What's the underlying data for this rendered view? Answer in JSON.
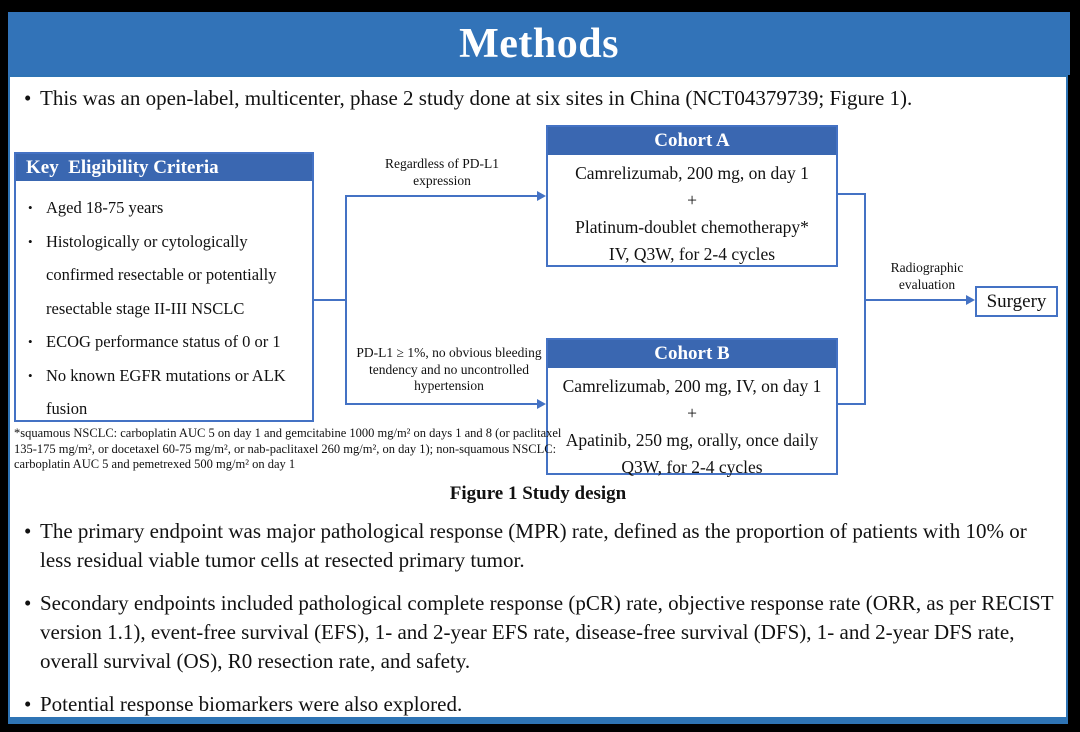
{
  "glyphs": {
    "bullet": "•"
  },
  "colors": {
    "title_bar": "#3273B8",
    "box_header": "#3A67B1",
    "box_border": "#4472C4",
    "frame": "#2E74B5",
    "text": "#111111"
  },
  "title": "Methods",
  "intro_bullet": "This was an open-label, multicenter, phase 2 study done at six sites in China (NCT04379739; Figure 1).",
  "figure": {
    "eligibility": {
      "header": "Key  Eligibility Criteria",
      "items": [
        "Aged 18-75 years",
        "Histologically or cytologically confirmed resectable or potentially resectable stage II-III  NSCLC",
        "ECOG performance status of 0 or 1",
        "No known EGFR mutations or ALK fusion"
      ]
    },
    "branch_top_label": "Regardless of PD-L1 expression",
    "branch_bottom_label": "PD-L1 ≥ 1%, no obvious bleeding tendency and no uncontrolled hypertension",
    "cohort_a": {
      "header": "Cohort A",
      "lines": [
        "Camrelizumab, 200 mg, on day 1",
        "+",
        "Platinum-doublet chemotherapy*",
        "IV, Q3W, for 2-4 cycles"
      ]
    },
    "cohort_b": {
      "header": "Cohort B",
      "lines": [
        "Camrelizumab, 200 mg, IV, on day 1",
        "+",
        "Apatinib, 250 mg, orally, once daily",
        "Q3W, for 2-4 cycles"
      ]
    },
    "radiographic_label": "Radiographic evaluation",
    "surgery_label": "Surgery",
    "footnote": "*squamous NSCLC: carboplatin AUC 5 on day 1 and gemcitabine 1000 mg/m² on days 1 and 8 (or paclitaxel 135-175 mg/m², or docetaxel 60-75 mg/m², or nab-paclitaxel 260 mg/m², on day 1); non-squamous NSCLC: carboplatin AUC 5 and pemetrexed 500 mg/m² on day 1",
    "caption": "Figure 1 Study design"
  },
  "bullets": [
    "The primary endpoint was major pathological response (MPR) rate, defined as the proportion of patients with 10% or less residual viable tumor cells at resected primary tumor.",
    "Secondary endpoints included pathological complete response (pCR) rate, objective response rate (ORR, as per RECIST version 1.1), event-free survival (EFS), 1- and 2-year EFS rate, disease-free survival (DFS), 1- and 2-year DFS rate, overall survival (OS), R0 resection rate, and safety.",
    "Potential response biomarkers were also explored."
  ]
}
